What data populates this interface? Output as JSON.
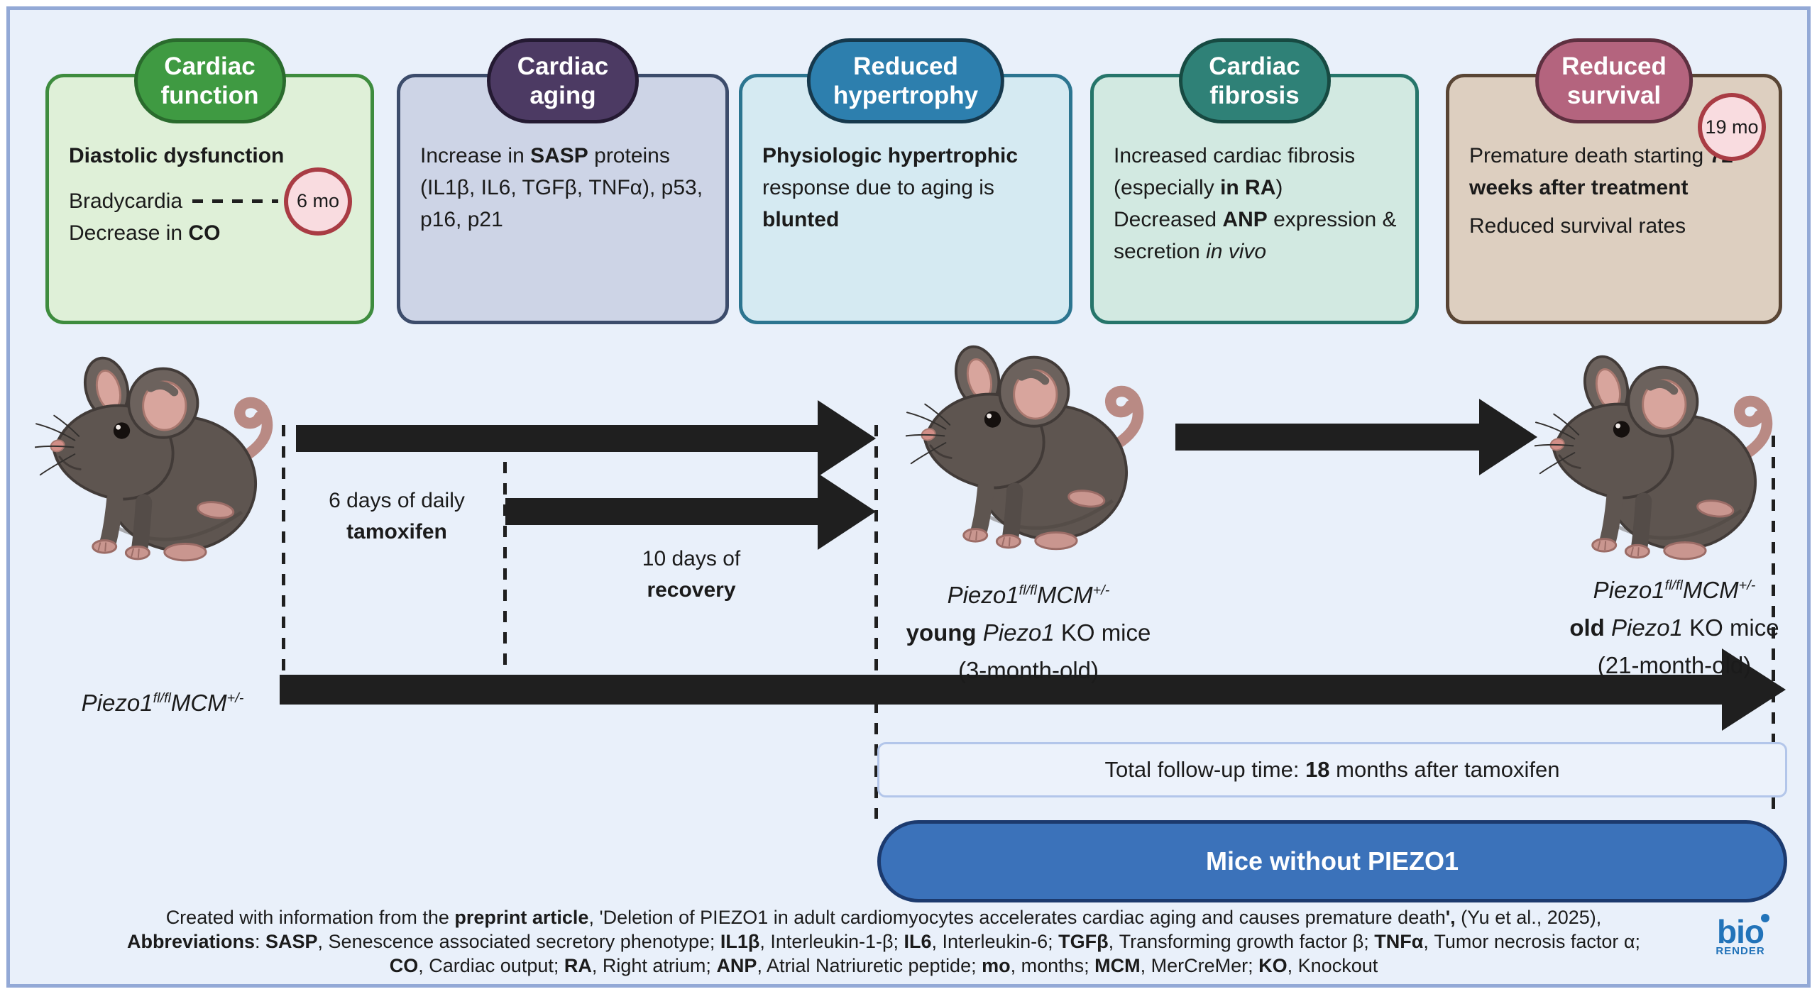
{
  "canvas": {
    "bg": "#e9f0fa",
    "border": "#93a9d6",
    "ink": "#1f1f1f"
  },
  "badge_colors": {
    "fill": "#f9dce0",
    "border": "#a93c44"
  },
  "boxes": {
    "cardiac_function": {
      "pill": {
        "line1": "Cardiac",
        "line2": "function"
      },
      "colors": {
        "fill": "#dff0d8",
        "border": "#3e8c3e",
        "pillfill": "#3f9a42",
        "pillborder": "#2a6b2d"
      },
      "p1": [
        {
          "t": "Diastolic dysfunction",
          "b": true
        }
      ],
      "p2": [
        {
          "t": "Bradycardia"
        }
      ],
      "badge": "6 mo",
      "p3": [
        {
          "t": "Decrease in "
        },
        {
          "t": "CO",
          "b": true
        }
      ]
    },
    "cardiac_aging": {
      "pill": {
        "line1": "Cardiac",
        "line2": "aging"
      },
      "colors": {
        "fill": "#cdd4e6",
        "border": "#3c4c6b",
        "pillfill": "#4c3a63",
        "pillborder": "#241a32"
      },
      "p1": [
        {
          "t": "Increase in "
        },
        {
          "t": "SASP",
          "b": true
        },
        {
          "t": " proteins (IL1β, IL6, TGFβ, TNFα), p53, p16, p21"
        }
      ]
    },
    "reduced_hypertrophy": {
      "pill": {
        "line1": "Reduced",
        "line2": "hypertrophy"
      },
      "colors": {
        "fill": "#d5eaf2",
        "border": "#2c7590",
        "pillfill": "#2d7fae",
        "pillborder": "#16394d"
      },
      "p1": [
        {
          "t": "Physiologic hypertrophic",
          "b": true
        },
        {
          "t": " response due to aging is "
        },
        {
          "t": "blunted",
          "b": true
        }
      ]
    },
    "cardiac_fibrosis": {
      "pill": {
        "line1": "Cardiac",
        "line2": "fibrosis"
      },
      "colors": {
        "fill": "#d2e9e1",
        "border": "#26756a",
        "pillfill": "#2f8177",
        "pillborder": "#174a42"
      },
      "p1": [
        {
          "t": "Increased cardiac fibrosis (especially "
        },
        {
          "t": "in RA",
          "b": true
        },
        {
          "t": ")"
        }
      ],
      "p2": [
        {
          "t": "Decreased "
        },
        {
          "t": "ANP",
          "b": true
        },
        {
          "t": " expression & secretion "
        },
        {
          "t": "in vivo",
          "i": true
        }
      ]
    },
    "reduced_survival": {
      "pill": {
        "line1": "Reduced",
        "line2": "survival"
      },
      "colors": {
        "fill": "#ddcfc0",
        "border": "#594534",
        "pillfill": "#b4647e",
        "pillborder": "#5e3040"
      },
      "badge": "19 mo",
      "p1": [
        {
          "t": "Premature death starting "
        },
        {
          "t": "72 weeks after treatment",
          "b": true
        }
      ],
      "p2": [
        {
          "t": "Reduced survival rates"
        }
      ]
    }
  },
  "timeline": {
    "founder_label": [
      {
        "t": "Piezo1",
        "i": true
      },
      {
        "t": "fl/fl",
        "i": true,
        "sup": true
      },
      {
        "t": "MCM",
        "i": true
      },
      {
        "t": "+/-",
        "i": true,
        "sup": true
      }
    ],
    "tamoxifen": {
      "line1": [
        {
          "t": "6 days of daily"
        }
      ],
      "line2": [
        {
          "t": "tamoxifen",
          "b": true
        }
      ]
    },
    "recovery": {
      "line1": [
        {
          "t": "10 days of"
        }
      ],
      "line2": [
        {
          "t": "recovery",
          "b": true
        }
      ]
    },
    "young": {
      "line1": [
        {
          "t": "Piezo1",
          "i": true
        },
        {
          "t": "fl/fl",
          "i": true,
          "sup": true
        },
        {
          "t": "MCM",
          "i": true
        },
        {
          "t": "+/-",
          "i": true,
          "sup": true
        }
      ],
      "line2": [
        {
          "t": "young",
          "b": true
        },
        {
          "t": " "
        },
        {
          "t": "Piezo1",
          "i": true
        },
        {
          "t": " KO mice"
        }
      ],
      "line3": [
        {
          "t": "(3-month-old)"
        }
      ]
    },
    "old": {
      "line1": [
        {
          "t": "Piezo1",
          "i": true
        },
        {
          "t": "fl/fl",
          "i": true,
          "sup": true
        },
        {
          "t": "MCM",
          "i": true
        },
        {
          "t": "+/-",
          "i": true,
          "sup": true
        }
      ],
      "line2": [
        {
          "t": "old",
          "b": true
        },
        {
          "t": " "
        },
        {
          "t": "Piezo1",
          "i": true
        },
        {
          "t": " KO mice"
        }
      ],
      "line3": [
        {
          "t": "(21-month-old)"
        }
      ]
    },
    "followup": {
      "colors": {
        "fill": "#ecf2fb",
        "border": "#b3c6ea"
      },
      "text": [
        {
          "t": "Total follow-up time: "
        },
        {
          "t": "18",
          "b": true
        },
        {
          "t": " months after tamoxifen"
        }
      ]
    },
    "banner": {
      "colors": {
        "fill": "#3b72ba",
        "border": "#1c3a6e"
      },
      "label": "Mice without PIEZO1"
    }
  },
  "caption": {
    "line1": [
      {
        "t": "Created with information from the "
      },
      {
        "t": "preprint article",
        "b": true
      },
      {
        "t": ", 'Deletion of PIEZO1 in adult cardiomyocytes accelerates cardiac aging and causes premature death"
      },
      {
        "t": "',",
        "b": true
      },
      {
        "t": " (Yu et al., 2025),"
      }
    ],
    "line2": [
      {
        "t": "Abbreviations",
        "b": true
      },
      {
        "t": ": "
      },
      {
        "t": "SASP",
        "b": true
      },
      {
        "t": ", Senescence associated secretory phenotype; "
      },
      {
        "t": "IL1β",
        "b": true
      },
      {
        "t": ", Interleukin-1-β; "
      },
      {
        "t": "IL6",
        "b": true
      },
      {
        "t": ", Interleukin-6; "
      },
      {
        "t": "TGFβ",
        "b": true
      },
      {
        "t": ", Transforming growth factor β; "
      },
      {
        "t": "TNFα",
        "b": true
      },
      {
        "t": ", Tumor necrosis factor α;"
      }
    ],
    "line3": [
      {
        "t": "CO",
        "b": true
      },
      {
        "t": ", Cardiac output; "
      },
      {
        "t": "RA",
        "b": true
      },
      {
        "t": ", Right atrium; "
      },
      {
        "t": "ANP",
        "b": true
      },
      {
        "t": ", Atrial Natriuretic peptide; "
      },
      {
        "t": "mo",
        "b": true
      },
      {
        "t": ", months; "
      },
      {
        "t": "MCM",
        "b": true
      },
      {
        "t": ", MerCreMer; "
      },
      {
        "t": "KO",
        "b": true
      },
      {
        "t": ", Knockout"
      }
    ]
  },
  "logo": {
    "word": "bio",
    "sub": "RENDER",
    "colors": {
      "logocolor": "#2273b9"
    }
  }
}
